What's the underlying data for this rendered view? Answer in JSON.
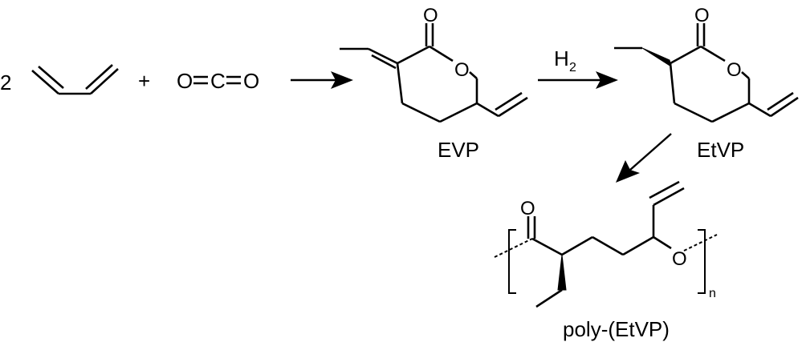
{
  "reactants": {
    "butadiene_coefficient": "2",
    "plus_sign": "+",
    "co2_O_left": "O",
    "co2_C": "C",
    "co2_O_right": "O"
  },
  "evp": {
    "carbonyl_O": "O",
    "ring_O": "O",
    "label": "EVP"
  },
  "hydrogenation": {
    "reagent": "H",
    "reagent_subscript": "2"
  },
  "etvp": {
    "carbonyl_O": "O",
    "ring_O": "O",
    "label": "EtVP"
  },
  "polymer": {
    "carbonyl_O": "O",
    "backbone_O": "O",
    "repeat_subscript": "n",
    "label": "poly-(EtVP)"
  }
}
